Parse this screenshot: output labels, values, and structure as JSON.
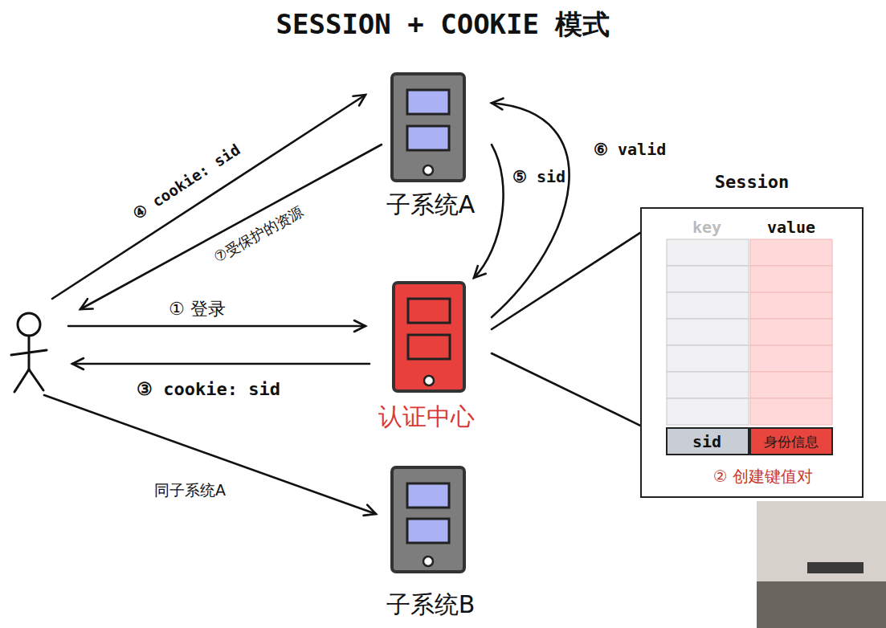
{
  "diagram": {
    "title": "SESSION + COOKIE 模式",
    "nodes": [
      {
        "text": [
          "子系统A"
        ]
      },
      {
        "text": [
          "认证中心"
        ]
      },
      {
        "text": [
          "子系统B"
        ]
      },
      {
        "text": [
          "Session"
        ]
      }
    ],
    "edges": [
      {
        "from": 0,
        "to": 1,
        "label": "⑤ sid",
        "arrow": "to"
      },
      {
        "from": 1,
        "to": 0,
        "label": "⑥ valid",
        "arrow": "to"
      },
      {
        "from": 1,
        "to": 3,
        "arrow": "none"
      },
      {
        "from": 1,
        "to": 3,
        "arrow": "none"
      }
    ],
    "labels": [
      "④ cookie: sid",
      "⑦受保护的资源",
      "① 登录",
      "③ cookie: sid",
      "同子系统A",
      "key",
      "value",
      "sid",
      "身份信息",
      "② 创建键值对"
    ]
  }
}
